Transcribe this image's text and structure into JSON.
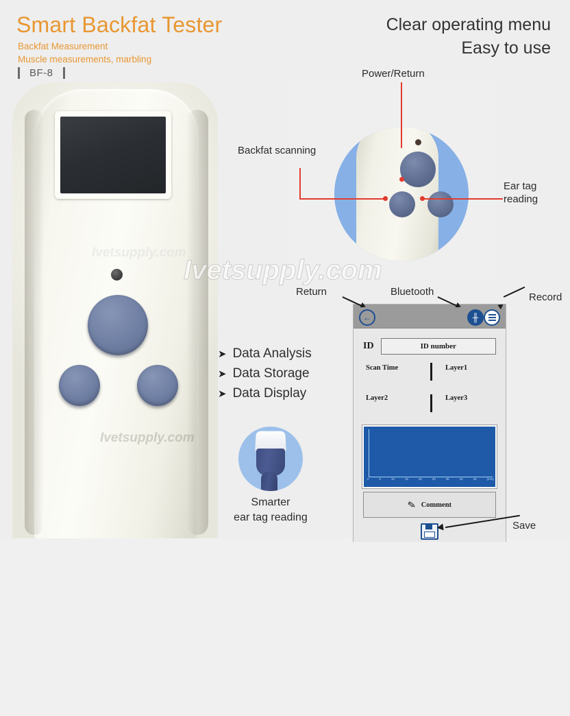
{
  "header": {
    "title": "Smart Backfat Tester",
    "subtitle_1": "Backfat Measurement",
    "subtitle_2": "Muscle measurements, marbling",
    "model": "BF-8",
    "right_line_1": "Clear operating menu",
    "right_line_2": "Easy to use"
  },
  "callouts": {
    "power_return": "Power/Return",
    "backfat_scanning": "Backfat scanning",
    "ear_tag_reading": "Ear tag\nreading",
    "return": "Return",
    "bluetooth": "Bluetooth",
    "record": "Record",
    "save": "Save"
  },
  "features": [
    {
      "marker": "➤",
      "label": "Data Analysis"
    },
    {
      "marker": "➤",
      "label": "Data Storage"
    },
    {
      "marker": "➤",
      "label": "Data Display"
    }
  ],
  "probe_badge": {
    "caption_line_1": "Smarter",
    "caption_line_2": "ear tag reading"
  },
  "ui_screen": {
    "toolbar": {
      "return_icon": "arrow-left-circle-icon",
      "bluetooth_icon": "bluetooth-icon",
      "record_icon": "menu-circle-icon"
    },
    "id_label": "ID",
    "id_value": "ID number",
    "fields": {
      "scan_time": "Scan Time",
      "layer1": "Layer1",
      "layer2": "Layer2",
      "layer3": "Layer3"
    },
    "comment_button": "Comment",
    "pencil_icon": "pencil-icon",
    "save_icon": "floppy-disk-icon"
  },
  "chart_data": {
    "type": "line",
    "title": "",
    "xlabel": "(mm)",
    "ylabel": "",
    "x_ticks": [
      "0",
      "5",
      "10",
      "15",
      "25",
      "30",
      "35",
      "40",
      "45",
      "(mm)"
    ],
    "xlim": [
      0,
      45
    ],
    "ylim": [
      0,
      1
    ],
    "grid": false,
    "legend": "none",
    "series": [
      {
        "name": "backfat-trace",
        "values": [
          0,
          0,
          0,
          0,
          0,
          0,
          0,
          0,
          0
        ]
      }
    ],
    "background_color": "#1e5aa8",
    "axis_color": "#a8d0f5"
  },
  "watermark": {
    "text": "Ivetsupply.com"
  },
  "colors": {
    "brand_orange": "#e89732",
    "callout_red": "#e23b2e",
    "ui_blue": "#1d4f91",
    "plot_blue": "#1e5aa8",
    "button_slate": "#6f7fa3",
    "page_bg": "#eeeeee"
  }
}
